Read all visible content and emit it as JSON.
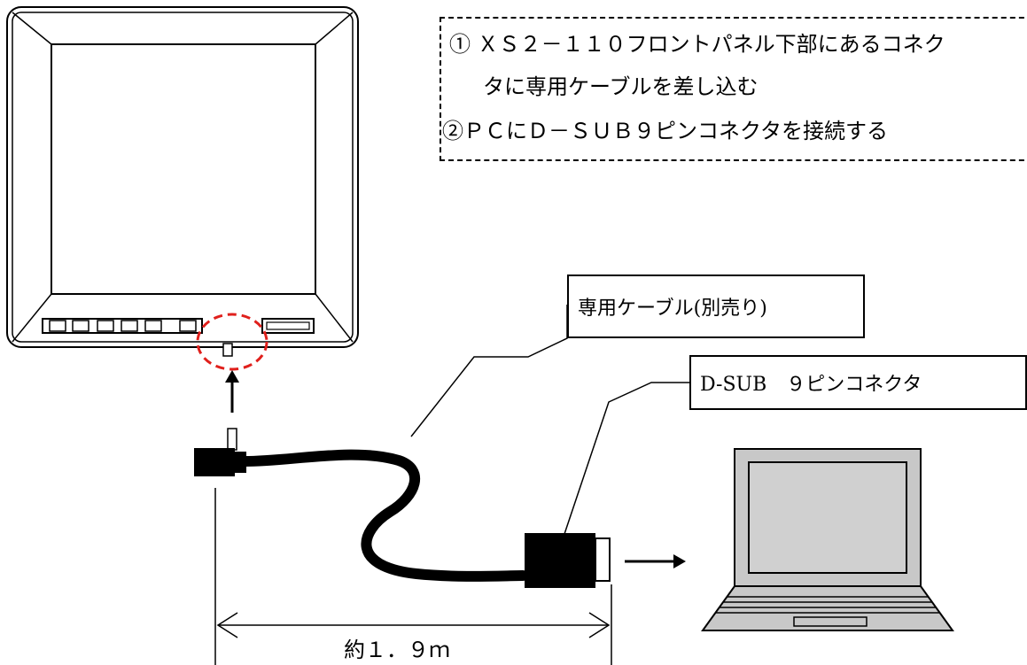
{
  "instructions": {
    "line1": "① ＸＳ２－１１０フロントパネル下部にあるコネク",
    "line1_cont": "タに専用ケーブルを差し込む",
    "line2": "②ＰＣにＤ－ＳＵＢ９ピンコネクタを接続する"
  },
  "labels": {
    "cable": "専用ケーブル(別売り)",
    "connector": "D-SUB　９ピンコネクタ"
  },
  "dimension": {
    "length": "約１．９ｍ"
  },
  "colors": {
    "highlight_circle": "#e0201c",
    "line": "#000000",
    "laptop_screen": "#d0d0d0",
    "laptop_body": "#c8c8c8"
  }
}
